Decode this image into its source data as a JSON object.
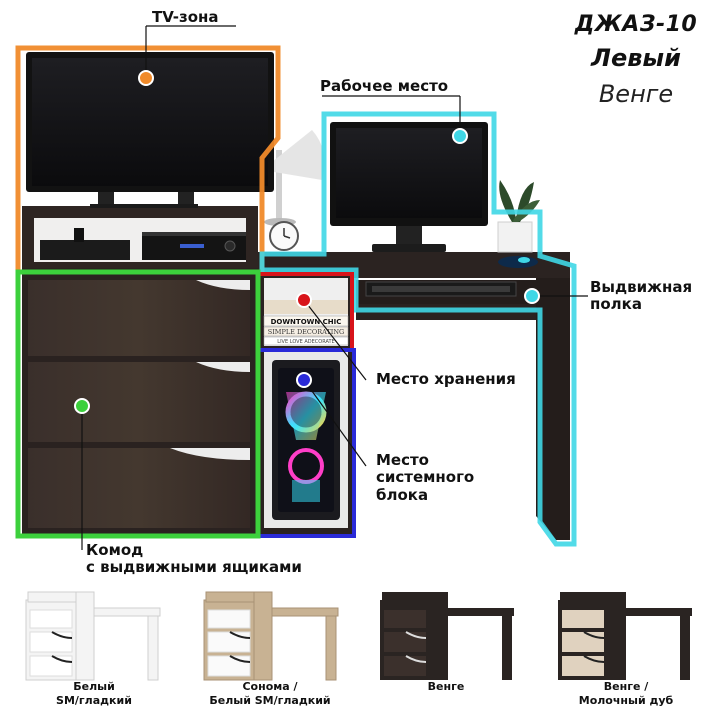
{
  "product": {
    "model": "ДЖАЗ-10",
    "orientation": "Левый",
    "finish": "Венге"
  },
  "callouts": {
    "tv_zone": "TV-зона",
    "workplace": "Рабочее место",
    "pullout_shelf_line1": "Выдвижная",
    "pullout_shelf_line2": "полка",
    "storage": "Место хранения",
    "system_unit_line1": "Место",
    "system_unit_line2": "системного",
    "system_unit_line3": "блока",
    "chest_line1": "Комод",
    "chest_line2": "с  выдвижными ящиками"
  },
  "books": {
    "b1": "DOWNTOWN CHIC",
    "b2": "SIMPLE DECORATING",
    "b3": "LIVE LOVE ADECORATE"
  },
  "variants": [
    {
      "line1": "Белый",
      "line2": "SM/гладкий"
    },
    {
      "line1": "Сонома /",
      "line2": "Белый SM/гладкий"
    },
    {
      "line1": "Венге",
      "line2": ""
    },
    {
      "line1": "Венге /",
      "line2": "Молочный дуб"
    }
  ],
  "colors": {
    "wenge": "#2a2422",
    "wenge_front": "#3b302c",
    "tv_zone_outline": "#f08a2a",
    "workplace_outline": "#3fd7e6",
    "storage_outline": "#d8141a",
    "system_unit_outline": "#2a2ad8",
    "chest_outline": "#3cd03c",
    "white": "#f4f4f4",
    "sonoma": "#c8b293",
    "milk_oak": "#e0d2bf"
  }
}
